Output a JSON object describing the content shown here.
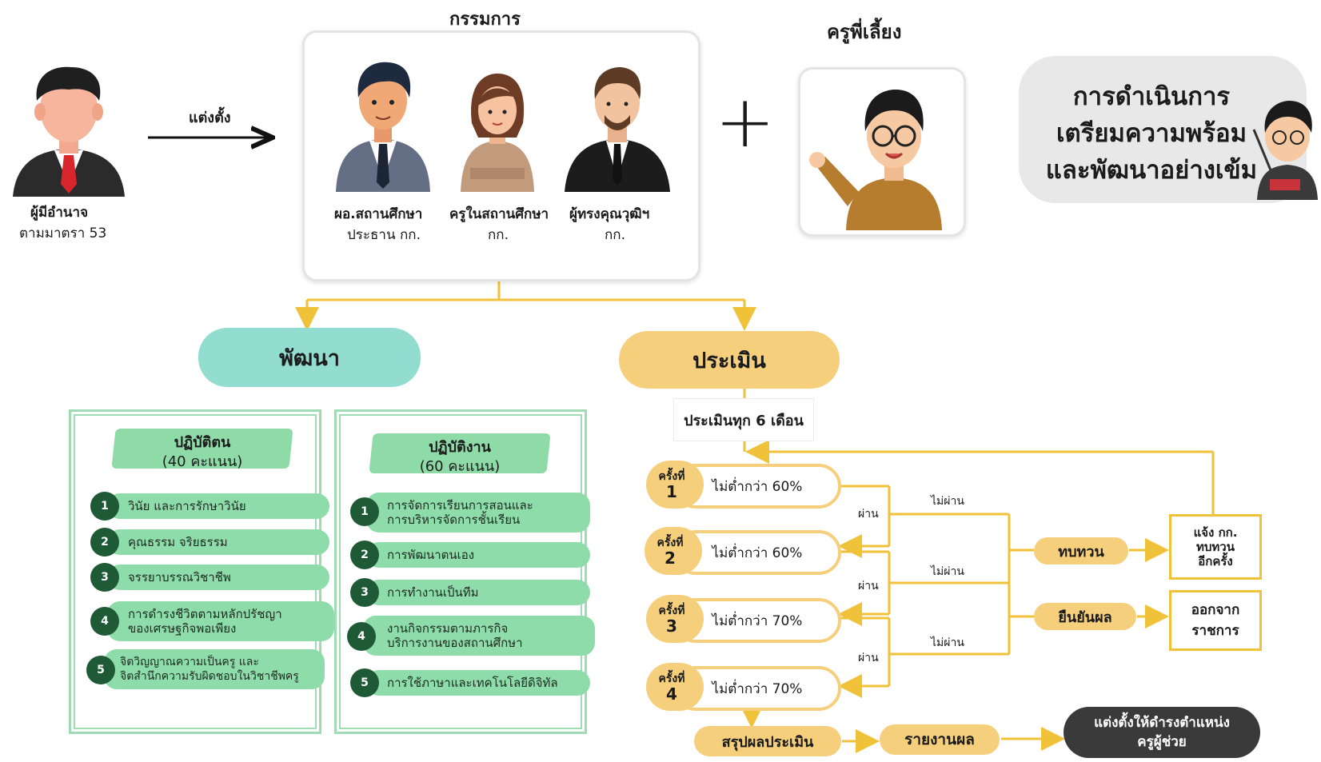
{
  "committee": {
    "title": "กรรมการ",
    "members": [
      {
        "role": "ผอ.สถานศึกษา",
        "sub": "ประธาน กก."
      },
      {
        "role": "ครูในสถานศึกษา",
        "sub": "กก."
      },
      {
        "role": "ผู้ทรงคุณวุฒิฯ",
        "sub": "กก."
      }
    ]
  },
  "authority": {
    "line1": "ผู้มีอำนาจ",
    "line2": "ตามมาตรา 53"
  },
  "appoint_label": "แต่งตั้ง",
  "mentor_title": "ครูพี่เลี้ยง",
  "plus_sign": "+",
  "process_box": {
    "lines": [
      "การดำเนินการ",
      "เตรียมความพร้อม",
      "และพัฒนาอย่างเข้ม"
    ]
  },
  "develop": {
    "title": "พัฒนา",
    "conduct": {
      "title": "ปฏิบัติตน",
      "score": "(40 คะแนน)",
      "items": [
        {
          "n": "1",
          "lines": [
            "วินัย และการรักษาวินัย"
          ]
        },
        {
          "n": "2",
          "lines": [
            "คุณธรรม จริยธรรม"
          ]
        },
        {
          "n": "3",
          "lines": [
            "จรรยาบรรณวิชาชีพ"
          ]
        },
        {
          "n": "4",
          "lines": [
            "การดำรงชีวิตตามหลักปรัชญา",
            "ของเศรษฐกิจพอเพียง"
          ]
        },
        {
          "n": "5",
          "lines": [
            "จิตวิญญาณความเป็นครู และ",
            "จิตสำนึกความรับผิดชอบในวิชาชีพครู"
          ]
        }
      ]
    },
    "work": {
      "title": "ปฏิบัติงาน",
      "score": "(60 คะแนน)",
      "items": [
        {
          "n": "1",
          "lines": [
            "การจัดการเรียนการสอนและ",
            "การบริหารจัดการชั้นเรียน"
          ]
        },
        {
          "n": "2",
          "lines": [
            "การพัฒนาตนเอง"
          ]
        },
        {
          "n": "3",
          "lines": [
            "การทำงานเป็นทีม"
          ]
        },
        {
          "n": "4",
          "lines": [
            "งานกิจกรรมตามภารกิจ",
            "บริการงานของสถานศึกษา"
          ]
        },
        {
          "n": "5",
          "lines": [
            "การใช้ภาษาและเทคโนโลยีดิจิทัล"
          ]
        }
      ]
    }
  },
  "evaluate": {
    "title": "ประเมิน",
    "every": "ประเมินทุก 6 เดือน",
    "round_word": "ครั้งที่",
    "rounds": [
      {
        "n": "1",
        "criteria": "ไม่ต่ำกว่า 60%"
      },
      {
        "n": "2",
        "criteria": "ไม่ต่ำกว่า 60%"
      },
      {
        "n": "3",
        "criteria": "ไม่ต่ำกว่า 70%"
      },
      {
        "n": "4",
        "criteria": "ไม่ต่ำกว่า 70%"
      }
    ],
    "pass_label": "ผ่าน",
    "fail_label": "ไม่ผ่าน",
    "review": "ทบทวน",
    "confirm": "ยืนยันผล",
    "notify_lines": [
      "แจ้ง กก.",
      "ทบทวน",
      "อีกครั้ง"
    ],
    "leave_lines": [
      "ออกจาก",
      "ราชการ"
    ],
    "summary": "สรุปผลประเมิน",
    "report": "รายงานผล",
    "final_lines": [
      "แต่งตั้งให้ดำรงตำแหน่ง",
      "ครูผู้ช่วย"
    ]
  },
  "colors": {
    "teal": "#93ddd0",
    "gold": "#f6cf7d",
    "line_gold": "#f0c23a",
    "green": "#8fdcab",
    "dark_green": "#1f5a37",
    "dark_pill": "#3a3a3a"
  }
}
